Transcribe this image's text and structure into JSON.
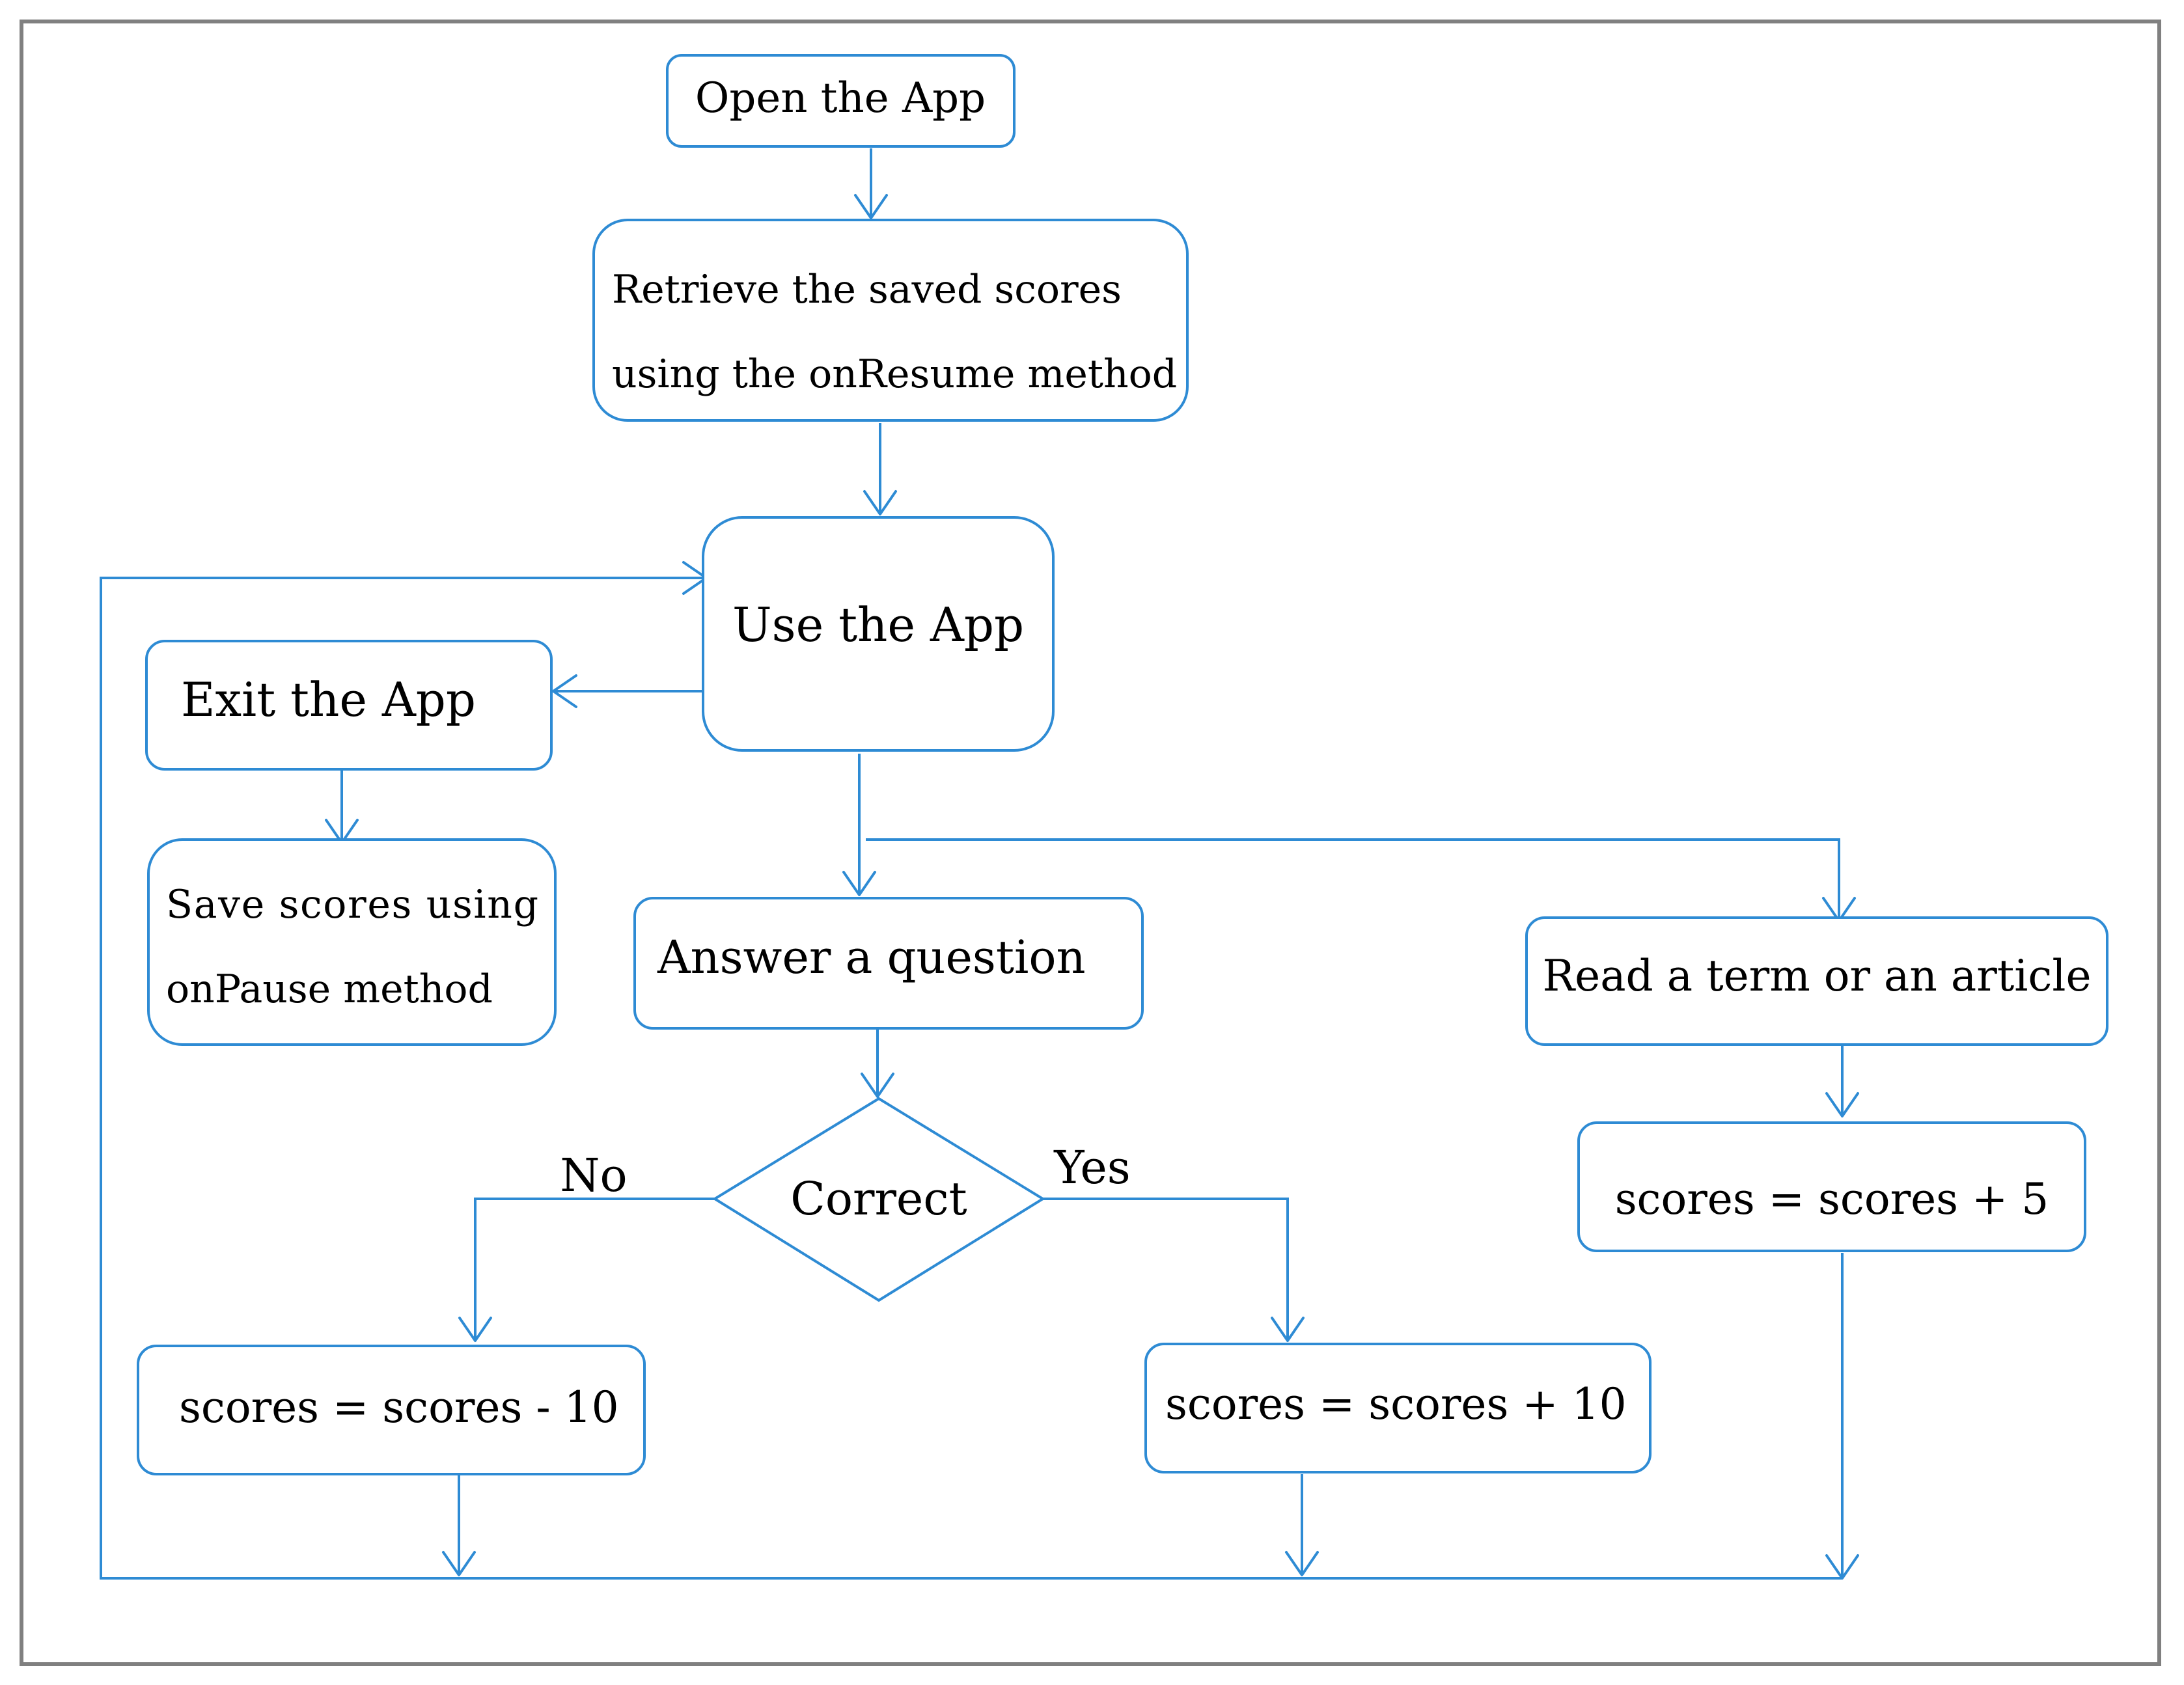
{
  "colors": {
    "line": "#2E8BD4",
    "frame": "#808080",
    "text": "#000000"
  },
  "nodes": {
    "open": "Open the App",
    "retrieve_line1": "Retrieve the saved scores",
    "retrieve_line2": "using the onResume method",
    "use": "Use the App",
    "exit": "Exit the App",
    "save_line1": "Save scores using",
    "save_line2": "onPause method",
    "answer": "Answer a question",
    "read": "Read a term or an article",
    "correct": "Correct",
    "minus10": "scores = scores - 10",
    "plus10": "scores = scores + 10",
    "plus5": "scores = scores + 5"
  },
  "edge_labels": {
    "no": "No",
    "yes": "Yes"
  }
}
